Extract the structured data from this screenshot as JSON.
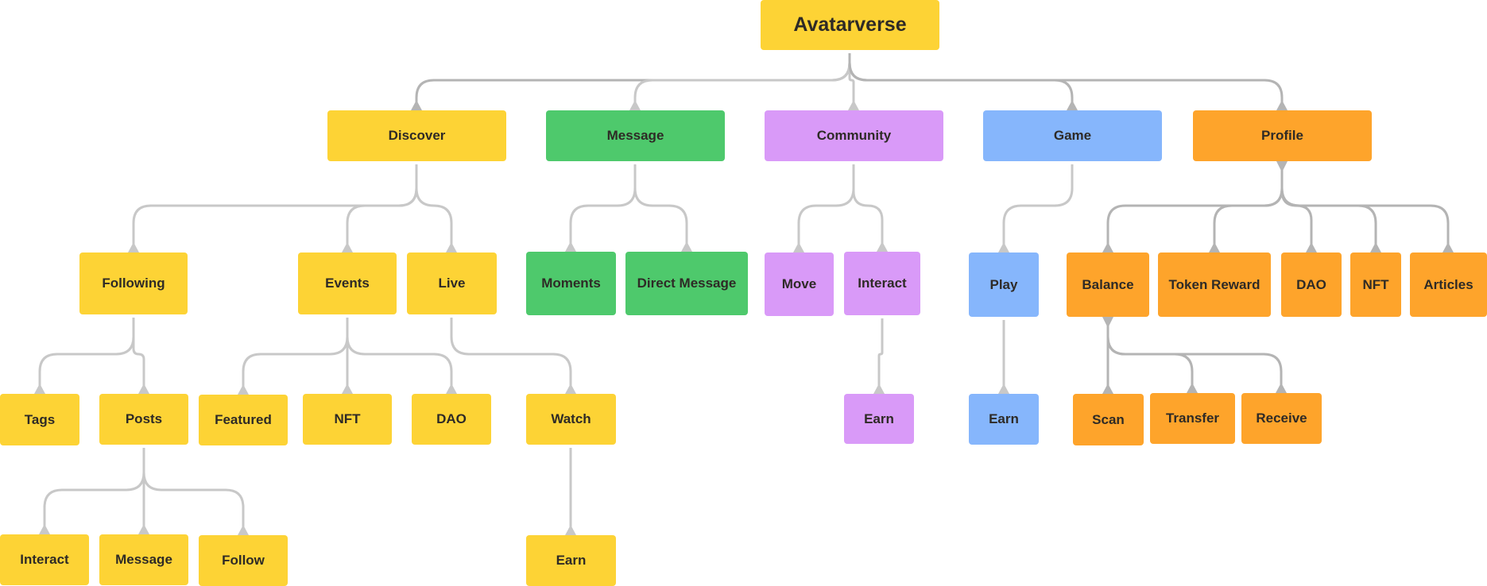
{
  "root": {
    "label": "Avatarverse"
  },
  "discover": {
    "label": "Discover",
    "following": {
      "label": "Following",
      "tags": "Tags",
      "posts": "Posts",
      "interact": "Interact",
      "message": "Message",
      "follow": "Follow"
    },
    "events": {
      "label": "Events",
      "featured": "Featured",
      "nft": "NFT",
      "dao": "DAO"
    },
    "live": {
      "label": "Live",
      "watch": "Watch",
      "earn": "Earn"
    }
  },
  "message": {
    "label": "Message",
    "moments": "Moments",
    "direct_message": "Direct Message"
  },
  "community": {
    "label": "Community",
    "move": "Move",
    "interact": "Interact",
    "earn": "Earn"
  },
  "game": {
    "label": "Game",
    "play": "Play",
    "earn": "Earn"
  },
  "profile": {
    "label": "Profile",
    "balance": {
      "label": "Balance",
      "scan": "Scan",
      "transfer": "Transfer",
      "receive": "Receive"
    },
    "token_reward": "Token Reward",
    "dao": "DAO",
    "nft": "NFT",
    "articles": "Articles"
  },
  "colors": {
    "yellow": "#fdd335",
    "green": "#4ec96c",
    "purple": "#d99af8",
    "blue": "#86b6fc",
    "orange": "#fea42b",
    "connector": "#c8c8c8",
    "text": "#2e2a26"
  }
}
